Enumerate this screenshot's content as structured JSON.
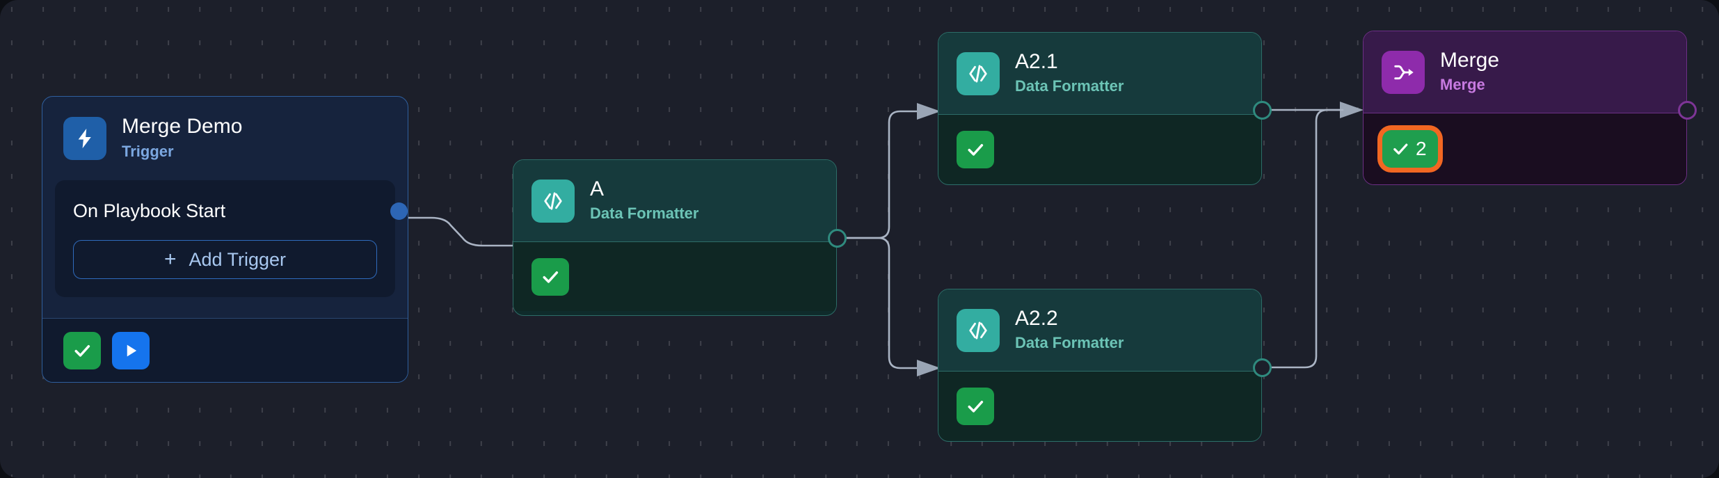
{
  "canvas": {
    "background_color": "#1c1f2a",
    "grid": "dot-grid"
  },
  "nodes": [
    {
      "id": "trigger",
      "title": "Merge Demo",
      "subtitle": "Trigger",
      "icon": "lightning-bolt-icon",
      "accent_color": "#1f5fa8",
      "row_label": "On Playbook Start",
      "add_button_label": "Add Trigger",
      "add_button_icon": "plus-icon",
      "footer_chips": [
        "check-icon",
        "play-icon"
      ]
    },
    {
      "id": "a",
      "title": "A",
      "subtitle": "Data Formatter",
      "icon": "code-brackets-icon",
      "accent_color": "#33ada1",
      "status_icon": "check-icon"
    },
    {
      "id": "a21",
      "title": "A2.1",
      "subtitle": "Data Formatter",
      "icon": "code-brackets-icon",
      "accent_color": "#33ada1",
      "status_icon": "check-icon"
    },
    {
      "id": "a22",
      "title": "A2.2",
      "subtitle": "Data Formatter",
      "icon": "code-brackets-icon",
      "accent_color": "#33ada1",
      "status_icon": "check-icon"
    },
    {
      "id": "merge",
      "title": "Merge",
      "subtitle": "Merge",
      "icon": "merge-arrow-icon",
      "accent_color": "#8e2bab",
      "status_icon": "check-icon",
      "status_count": "2",
      "status_highlight_color": "#f26722"
    }
  ],
  "edges": [
    {
      "from": "trigger",
      "to": "a"
    },
    {
      "from": "a",
      "to": "a21"
    },
    {
      "from": "a",
      "to": "a22"
    },
    {
      "from": "a21",
      "to": "merge"
    },
    {
      "from": "a22",
      "to": "merge"
    }
  ],
  "colors": {
    "edge": "#aab4c4",
    "check_green": "#1a9c4a",
    "play_blue": "#1574ed",
    "highlight_orange": "#f26722",
    "teal": "#33ada1",
    "purple": "#8e2bab",
    "blue": "#1f5fa8"
  }
}
